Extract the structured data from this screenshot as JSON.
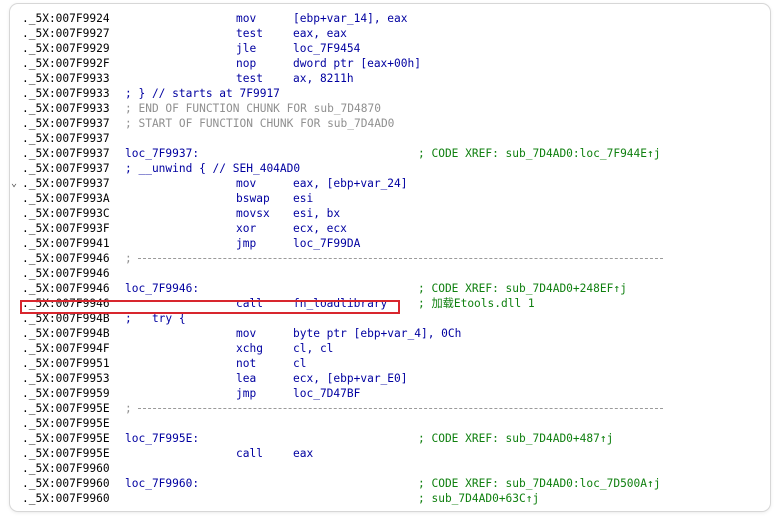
{
  "colors": {
    "address": "#000000",
    "code": "#0000a0",
    "comment_green": "#108010",
    "comment_gray": "#909090",
    "highlight_border": "#d8262e"
  },
  "lines": [
    {
      "addr": "._5X:007F9924",
      "mn": "mov",
      "op": "[ebp+var_14], eax"
    },
    {
      "addr": "._5X:007F9927",
      "mn": "test",
      "op": "eax, eax"
    },
    {
      "addr": "._5X:007F9929",
      "mn": "jle",
      "op": "loc_7F9454"
    },
    {
      "addr": "._5X:007F992F",
      "mn": "nop",
      "op": "dword ptr [eax+00h]"
    },
    {
      "addr": "._5X:007F9933",
      "mn": "test",
      "op": "ax, 8211h"
    },
    {
      "addr": "._5X:007F9933",
      "blue": "; } // starts at 7F9917"
    },
    {
      "addr": "._5X:007F9933",
      "gray": "; END OF FUNCTION CHUNK FOR sub_7D4870"
    },
    {
      "addr": "._5X:007F9937",
      "gray": "; START OF FUNCTION CHUNK FOR sub_7D4AD0"
    },
    {
      "addr": "._5X:007F9937"
    },
    {
      "addr": "._5X:007F9937",
      "label": "loc_7F9937:",
      "xref": "; CODE XREF: sub_7D4AD0:loc_7F944E↑j"
    },
    {
      "addr": "._5X:007F9937",
      "blue": "; __unwind { // SEH_404AD0"
    },
    {
      "addr": "._5X:007F9937",
      "mn": "mov",
      "op": "eax, [ebp+var_24]",
      "fold": "⌄"
    },
    {
      "addr": "._5X:007F993A",
      "mn": "bswap",
      "op": "esi"
    },
    {
      "addr": "._5X:007F993C",
      "mn": "movsx",
      "op": "esi, bx"
    },
    {
      "addr": "._5X:007F993F",
      "mn": "xor",
      "op": "ecx, ecx"
    },
    {
      "addr": "._5X:007F9941",
      "mn": "jmp",
      "op": "loc_7F99DA"
    },
    {
      "addr": "._5X:007F9946",
      "sep": ";"
    },
    {
      "addr": "._5X:007F9946"
    },
    {
      "addr": "._5X:007F9946",
      "label": "loc_7F9946:",
      "xref": "; CODE XREF: sub_7D4AD0+248EF↑j"
    },
    {
      "addr": "._5X:007F9946",
      "mn": "call",
      "op": "fn_loadlibrary",
      "xref": "; 加载Etools.dll 1"
    },
    {
      "addr": "._5X:007F994B",
      "blue": ";   try {"
    },
    {
      "addr": "._5X:007F994B",
      "mn": "mov",
      "op": "byte ptr [ebp+var_4], 0Ch"
    },
    {
      "addr": "._5X:007F994F",
      "mn": "xchg",
      "op": "cl, cl"
    },
    {
      "addr": "._5X:007F9951",
      "mn": "not",
      "op": "cl"
    },
    {
      "addr": "._5X:007F9953",
      "mn": "lea",
      "op": "ecx, [ebp+var_E0]"
    },
    {
      "addr": "._5X:007F9959",
      "mn": "jmp",
      "op": "loc_7D47BF"
    },
    {
      "addr": "._5X:007F995E",
      "sep": ";"
    },
    {
      "addr": "._5X:007F995E"
    },
    {
      "addr": "._5X:007F995E",
      "label": "loc_7F995E:",
      "xref": "; CODE XREF: sub_7D4AD0+487↑j"
    },
    {
      "addr": "._5X:007F995E",
      "mn": "call",
      "op": "eax"
    },
    {
      "addr": "._5X:007F9960"
    },
    {
      "addr": "._5X:007F9960",
      "label": "loc_7F9960:",
      "xref": "; CODE XREF: sub_7D4AD0:loc_7D500A↑j"
    },
    {
      "addr": "._5X:007F9960",
      "xref": "; sub_7D4AD0+63C↑j"
    }
  ]
}
